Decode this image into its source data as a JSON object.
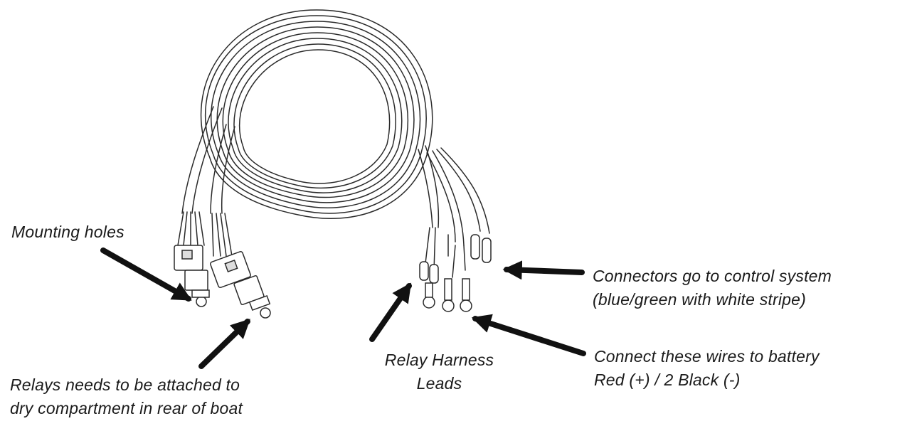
{
  "diagram": {
    "labels": {
      "mounting_holes": "Mounting holes",
      "relays_line1": "Relays needs to be attached to",
      "relays_line2": "dry compartment in rear of boat",
      "harness_line1": "Relay Harness",
      "harness_line2": "Leads",
      "connectors_line1": "Connectors go to control system",
      "connectors_line2": "(blue/green with white stripe)",
      "battery_line1": "Connect these wires to battery",
      "battery_line2": "Red (+) / 2 Black (-)"
    },
    "colors": {
      "ink": "#1a1a1a",
      "background": "#ffffff"
    }
  }
}
